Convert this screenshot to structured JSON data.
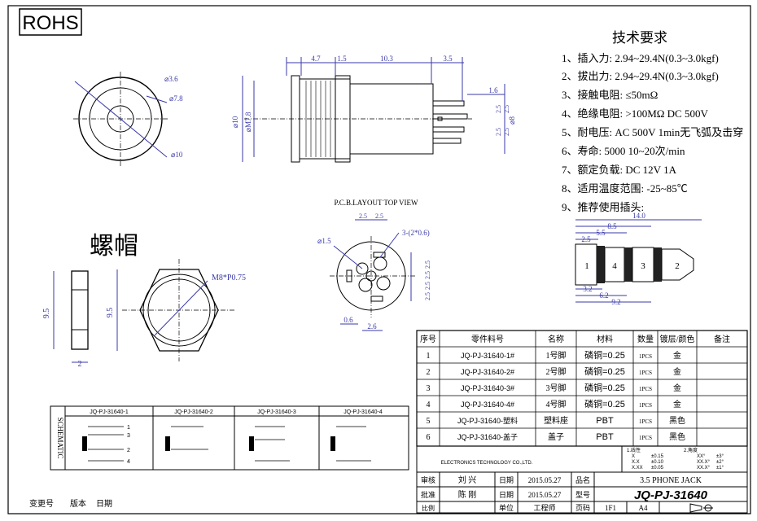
{
  "rohs": "ROHS",
  "tech_title": "技术要求",
  "tech_items": [
    "1、插入力: 2.94~29.4N(0.3~3.0kgf)",
    "2、拔出力: 2.94~29.4N(0.3~3.0kgf)",
    "3、接触电阻: ≤50mΩ",
    "4、绝缘电阻: >100MΩ DC   500V",
    "5、耐电压: AC   500V   1min无飞弧及击穿",
    "6、寿命: 5000  10~20次/min",
    "7、额定负载: DC   12V   1A",
    "8、适用温度范围: -25~85℃",
    "9、推荐使用插头:"
  ],
  "front_view": {
    "d1": "⌀3.6",
    "d2": "⌀7.8",
    "d3": "⌀10"
  },
  "side_view": {
    "top_dims": [
      "4.7",
      "1.5",
      "10.3",
      "3.5"
    ],
    "d_left": "⌀10",
    "d_thread": "⌀M7.8",
    "d_right": "⌀8",
    "pin_dims": [
      "1.6",
      "2.5",
      "2.5",
      "2.5",
      "2.5"
    ]
  },
  "pcb": {
    "title": "P.C.B.LAYOUT TOP VIEW",
    "top": [
      "2.5",
      "2.5"
    ],
    "hole_big": "⌀1.5",
    "holes": "3-(2*0.6)",
    "right": [
      "2.5",
      "2.5",
      "2.5",
      "2.5"
    ],
    "bottom": [
      "0.6",
      "2.6"
    ]
  },
  "plug": {
    "dims": [
      "14.0",
      "8.5",
      "5.5",
      "2.5",
      "3.2",
      "6.2",
      "9.2"
    ],
    "labels": [
      "1",
      "4",
      "3",
      "2"
    ]
  },
  "nut": {
    "title": "螺帽",
    "h1": "9.5",
    "w": "2",
    "h2": "9.5",
    "thread": "M8*P0.75"
  },
  "schematic": {
    "label": "SCHEMATIC",
    "parts": [
      "JQ-PJ-31640-1",
      "JQ-PJ-31640-2",
      "JQ-PJ-31640-3",
      "JQ-PJ-31640-4"
    ],
    "pins": [
      "1",
      "3",
      "2",
      "4"
    ]
  },
  "bom": {
    "headers": [
      "序号",
      "零件料号",
      "名称",
      "材料",
      "数量",
      "镀层/颜色",
      "备注"
    ],
    "rows": [
      [
        "1",
        "JQ-PJ-31640-1#",
        "1号脚",
        "磷铜=0.25",
        "1PCS",
        "金",
        ""
      ],
      [
        "2",
        "JQ-PJ-31640-2#",
        "2号脚",
        "磷铜=0.25",
        "1PCS",
        "金",
        ""
      ],
      [
        "3",
        "JQ-PJ-31640-3#",
        "3号脚",
        "磷铜=0.25",
        "1PCS",
        "金",
        ""
      ],
      [
        "4",
        "JQ-PJ-31640-4#",
        "4号脚",
        "磷铜=0.25",
        "1PCS",
        "金",
        ""
      ],
      [
        "5",
        "JQ-PJ-31640-塑料",
        "塑料座",
        "PBT",
        "1PCS",
        "黑色",
        ""
      ],
      [
        "6",
        "JQ-PJ-31640-盖子",
        "盖子",
        "PBT",
        "1PCS",
        "黑色",
        ""
      ]
    ]
  },
  "title_block": {
    "company": "ELECTRONICS TECHNOLOGY CO.,LTD.",
    "tol1_title": "1.线性",
    "tol1": [
      "X",
      "±0.15",
      "X.X",
      "±0.10",
      "X.XX",
      "±0.05"
    ],
    "tol2_title": "2.角度",
    "tol2": [
      "XX°",
      "±3°",
      "XX.X°",
      "±2°",
      "XX.X°",
      "±1°"
    ],
    "shen": "审核",
    "shen_name": "刘 兴",
    "date1_l": "日期",
    "date1": "2015.05.27",
    "pinming_l": "品名",
    "pinming": "3.5 PHONE JACK",
    "pizhun": "批准",
    "pizhun_name": "陈 刚",
    "date2_l": "日期",
    "date2": "2015.05.27",
    "xinghao_l": "型号",
    "xinghao": "JQ-PJ-31640",
    "bili": "比例",
    "danwei_l": "单位",
    "danwei": "工程师",
    "yema_l": "页码",
    "yema": "1F1",
    "size": "A4"
  },
  "footer": {
    "change": "变更号",
    "version": "版本",
    "date": "日期"
  }
}
